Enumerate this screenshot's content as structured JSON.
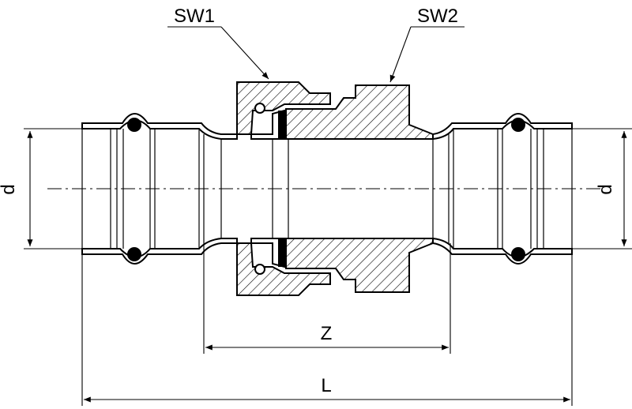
{
  "labels": {
    "sw1": "SW1",
    "sw2": "SW2",
    "d_left": "d",
    "d_right": "d",
    "z": "Z",
    "l": "L"
  }
}
